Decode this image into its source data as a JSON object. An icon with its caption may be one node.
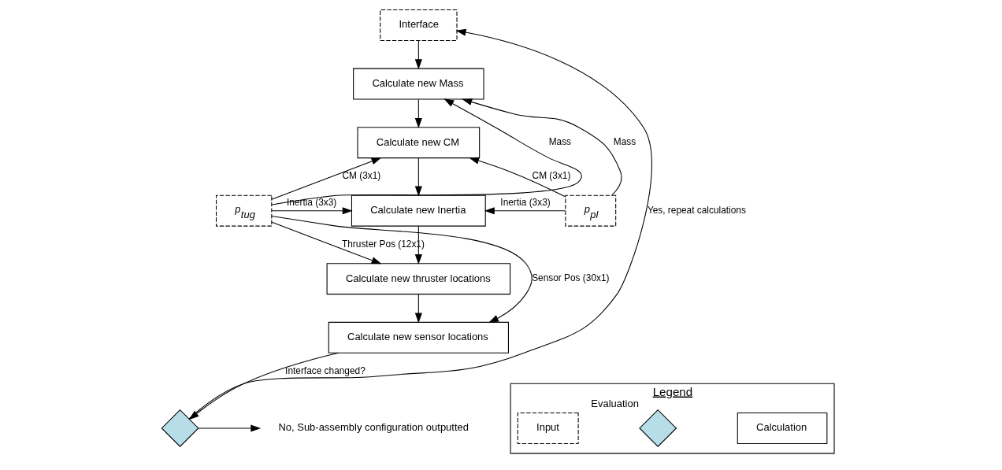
{
  "diagram": {
    "nodes": [
      {
        "text": [
          "Interface"
        ]
      },
      {
        "text": [
          "Calculate new Mass"
        ]
      },
      {
        "text": [
          "Calculate new CM"
        ]
      },
      {
        "text": [
          "Calculate new Inertia"
        ]
      },
      {
        "text": [
          "Calculate new thruster locations"
        ]
      },
      {
        "text": [
          "Calculate new sensor locations"
        ]
      },
      {
        "text": [
          "p$_{tug}$"
        ]
      },
      {
        "text": [
          "p$_{pl}$"
        ]
      },
      {
        "text": [],
        "shape": "diamond"
      },
      {
        "text": [
          "No, Sub-assembly configuration outputted"
        ]
      },
      {
        "text": [
          "Legend"
        ]
      },
      {
        "text": [
          "Input"
        ],
        "in": 10
      },
      {
        "text": [],
        "shape": "diamond",
        "in": 10,
        "beside": [
          "Evaluation"
        ]
      },
      {
        "text": [
          "Calculation"
        ],
        "in": 10
      }
    ],
    "edges": [
      {
        "from": 0,
        "to": 1,
        "arrow": "to"
      },
      {
        "from": 1,
        "to": 2,
        "arrow": "to"
      },
      {
        "from": 2,
        "to": 3,
        "arrow": "to"
      },
      {
        "from": 3,
        "to": 4,
        "arrow": "to"
      },
      {
        "from": 4,
        "to": 5,
        "arrow": "to"
      },
      {
        "from": 6,
        "to": 1,
        "arrow": "to",
        "label": "Mass"
      },
      {
        "from": 6,
        "to": 2,
        "arrow": "to",
        "label": "CM (3x1)"
      },
      {
        "from": 6,
        "to": 3,
        "arrow": "to",
        "label": "Inertia (3x3)"
      },
      {
        "from": 6,
        "to": 4,
        "arrow": "to",
        "label": "Thruster Pos (12x1)"
      },
      {
        "from": 6,
        "to": 5,
        "arrow": "to",
        "label": "Sensor Pos (30x1)"
      },
      {
        "from": 7,
        "to": 1,
        "arrow": "to",
        "label": "Mass"
      },
      {
        "from": 7,
        "to": 2,
        "arrow": "to",
        "label": "CM (3x1)"
      },
      {
        "from": 7,
        "to": 3,
        "arrow": "to",
        "label": "Inertia (3x3)"
      },
      {
        "from": 5,
        "to": 8,
        "arrow": "to",
        "label": "Interface changed?"
      },
      {
        "from": 8,
        "to": 0,
        "arrow": "to",
        "label": "Yes, repeat calculations"
      },
      {
        "from": 8,
        "to": 9,
        "arrow": "to"
      }
    ]
  }
}
